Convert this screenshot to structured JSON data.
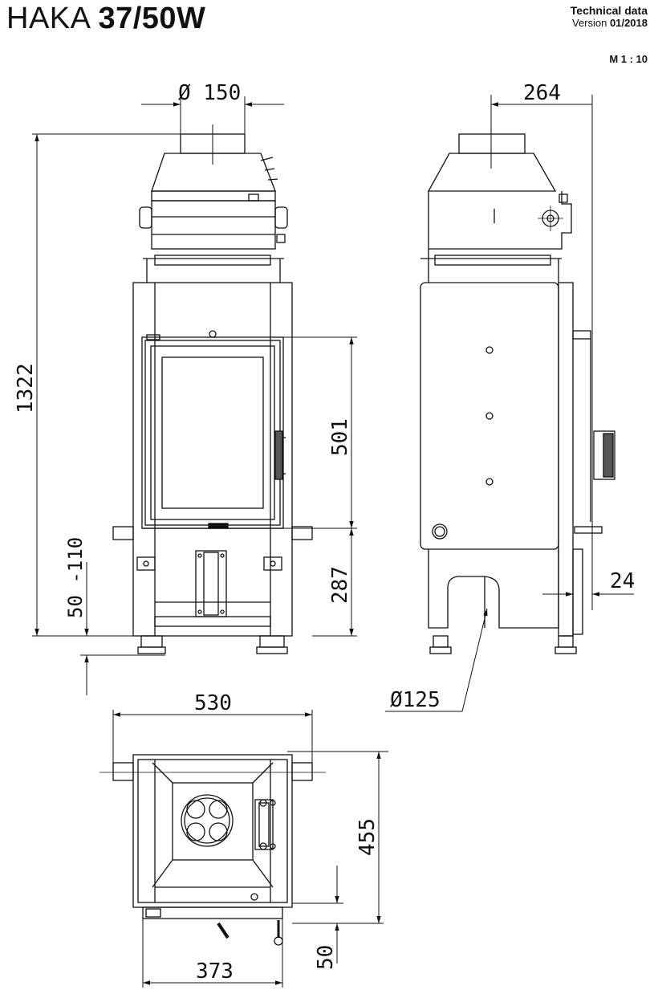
{
  "header": {
    "brand": "HAKA",
    "model": "37/50W",
    "doc_type": "Technical data",
    "version_label": "Version",
    "version_value": "01/2018",
    "scale": "M 1 : 10"
  },
  "dimensions": {
    "flue_diameter": "Ø 150",
    "side_depth": "264",
    "total_height": "1322",
    "door_height": "501",
    "base_height": "287",
    "foot_adjust": "50 -110",
    "rear_offset": "24",
    "air_inlet_diameter": "Ø125",
    "plan_width": "530",
    "plan_depth": "455",
    "door_width": "373",
    "door_protrusion": "50"
  }
}
